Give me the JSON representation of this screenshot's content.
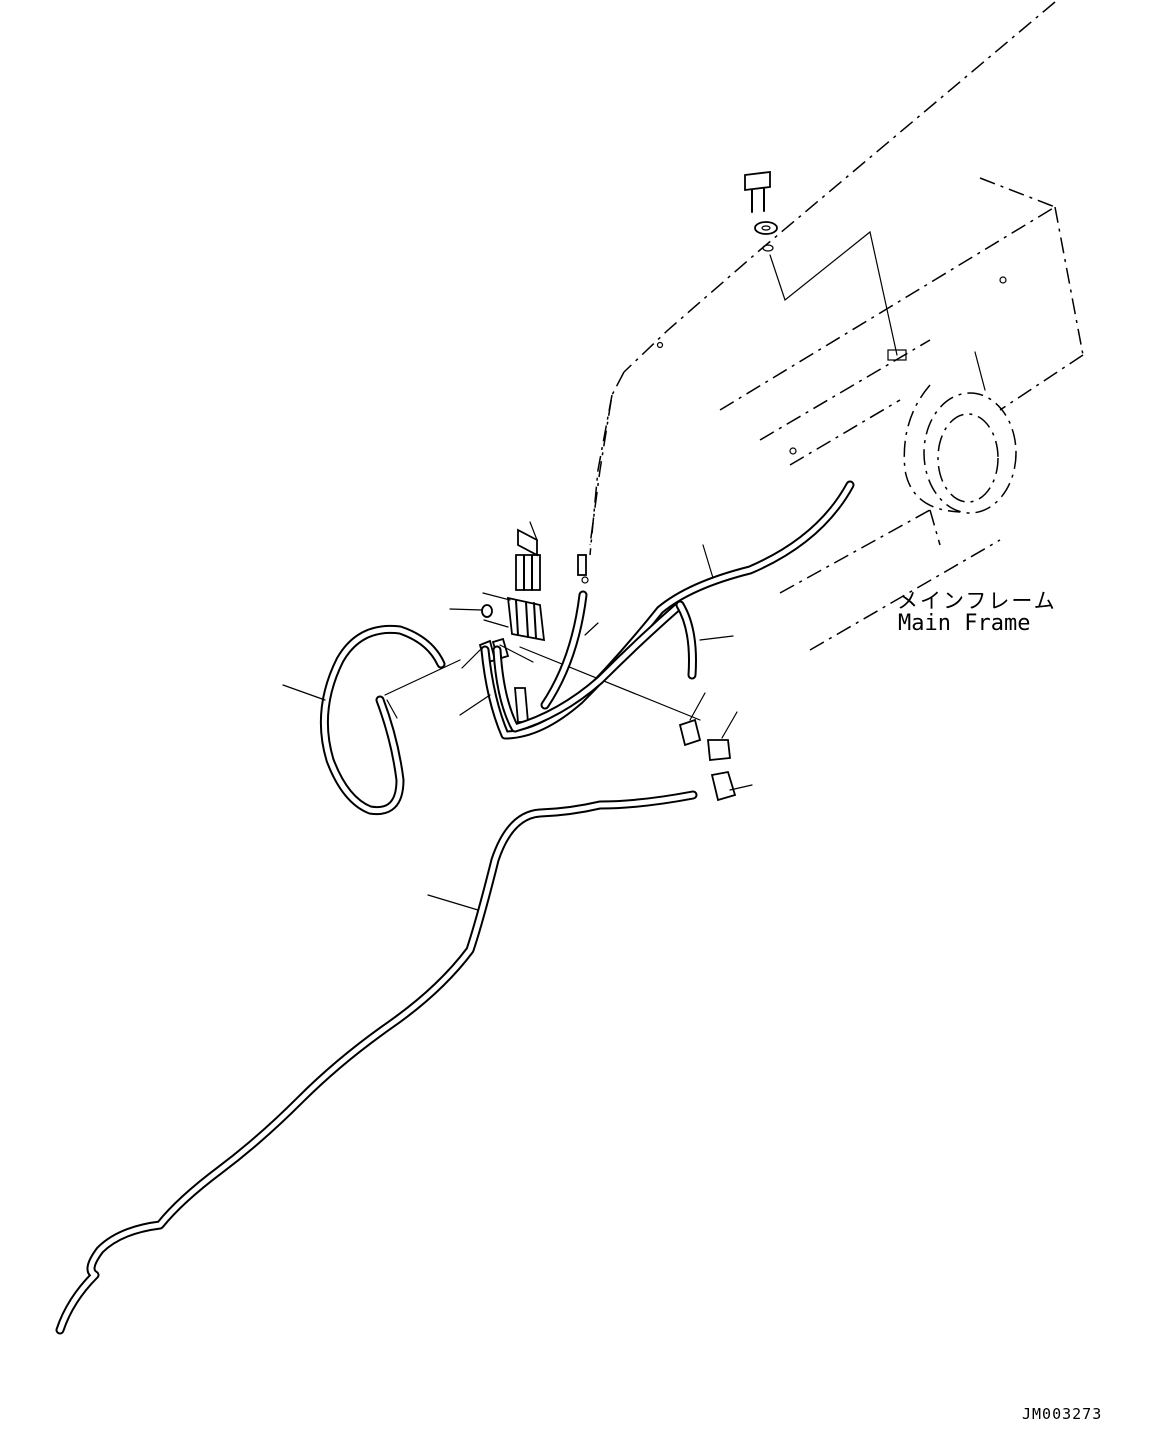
{
  "diagram": {
    "frame_label_jp": "メインフレーム",
    "frame_label_en": "Main Frame",
    "drawing_code": "JM003273"
  }
}
